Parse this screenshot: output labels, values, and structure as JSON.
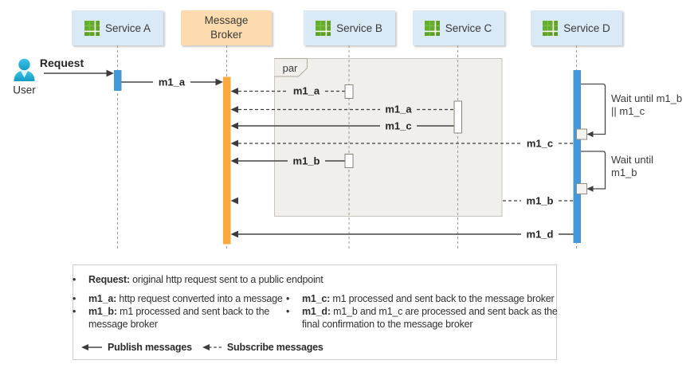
{
  "diagram_type": "sequence-diagram",
  "participants": [
    {
      "label": "Service A",
      "icon": "grid-icon",
      "kind": "service"
    },
    {
      "label": "Message Broker",
      "icon": null,
      "kind": "broker"
    },
    {
      "label": "Service B",
      "icon": "grid-icon",
      "kind": "service"
    },
    {
      "label": "Service C",
      "icon": "grid-icon",
      "kind": "service"
    },
    {
      "label": "Service D",
      "icon": "grid-icon",
      "kind": "service"
    }
  ],
  "user": {
    "label": "User",
    "icon": "user-icon"
  },
  "fragment": {
    "label": "par"
  },
  "messages": [
    {
      "label": "Request",
      "kind": "solid",
      "from": "User",
      "to": "Service A"
    },
    {
      "label": "m1_a",
      "kind": "solid",
      "from": "Service A",
      "to": "Message Broker"
    },
    {
      "label": "m1_a",
      "kind": "dashed",
      "from": "Service B",
      "to": "Message Broker"
    },
    {
      "label": "m1_a",
      "kind": "dashed",
      "from": "Service C",
      "to": "Message Broker"
    },
    {
      "label": "m1_c",
      "kind": "solid",
      "from": "Service C",
      "to": "Message Broker"
    },
    {
      "label": "m1_c",
      "kind": "dashed",
      "from": "Service D",
      "to": "Message Broker"
    },
    {
      "label": "m1_b",
      "kind": "solid",
      "from": "Service B",
      "to": "Message Broker"
    },
    {
      "label": "m1_b",
      "kind": "dashed",
      "from": "Service D",
      "to": "Message Broker"
    },
    {
      "label": "m1_d",
      "kind": "solid",
      "from": "Service D",
      "to": "Message Broker"
    }
  ],
  "annotations": [
    {
      "line1": "Wait until m1_b",
      "line2": "|| m1_c"
    },
    {
      "line1": "Wait until",
      "line2": "m1_b"
    }
  ],
  "legend": {
    "item_request": {
      "term": "Request:",
      "desc": "original http request sent to a public endpoint"
    },
    "items_left": [
      {
        "term": "m1_a:",
        "desc": "http request converted into a message"
      },
      {
        "term": "m1_b:",
        "desc": "m1 processed and sent back to the message broker"
      }
    ],
    "items_right": [
      {
        "term": "m1_c:",
        "desc": "m1 processed and sent back to the message broker"
      },
      {
        "term": "m1_d:",
        "desc": "m1_b and m1_c are processed and sent back as the final confirmation to the message broker"
      }
    ],
    "key": [
      {
        "label": "Publish messages",
        "style": "solid-arrow"
      },
      {
        "label": "Subscribe messages",
        "style": "dashed-arrow"
      }
    ]
  },
  "colors": {
    "service_header_bg": "#d9e9f6",
    "broker_header_bg": "#fcdcae",
    "activation_blue": "#4398d8",
    "activation_orange": "#f9a83e",
    "icon_green_dark": "#539a1f",
    "icon_green": "#6cb52e",
    "icon_green_light": "#83c94a",
    "user_cyan": "#2db4da",
    "user_cyan_dark": "#149cc6",
    "par_bg": "#f1efeb",
    "par_border": "#c9c4bb",
    "lifeline": "#9c948a",
    "arrow": "#454545",
    "activation_border": "#8a8276"
  }
}
